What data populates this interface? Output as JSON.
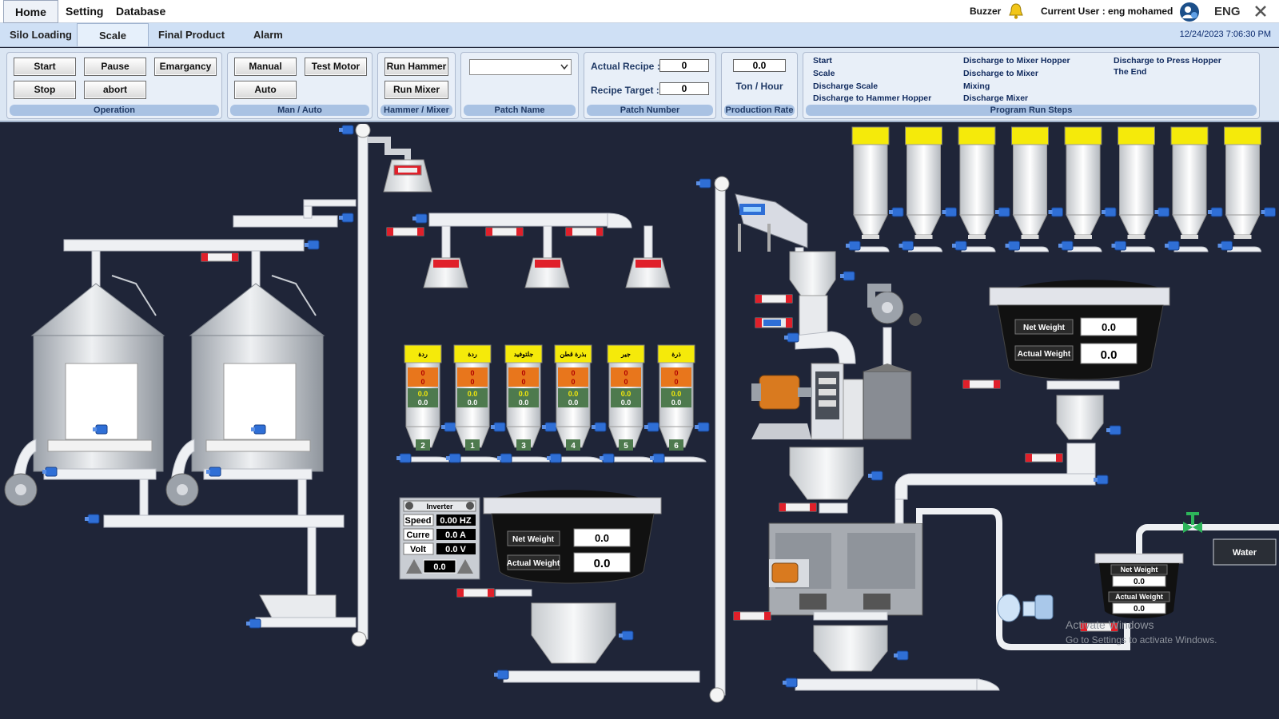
{
  "menu": {
    "home": "Home",
    "setting": "Setting",
    "database": "Database"
  },
  "header": {
    "buzzer": "Buzzer",
    "user": "Current User : eng mohamed",
    "lang": "ENG"
  },
  "tabs": {
    "silo": "Silo Loading",
    "scale": "Scale",
    "final": "Final Product",
    "alarm": "Alarm"
  },
  "datetime": "12/24/2023  7:06:30 PM",
  "operation": {
    "start": "Start",
    "pause": "Pause",
    "emergency": "Emargancy",
    "stop": "Stop",
    "abort": "abort",
    "label": "Operation"
  },
  "manauto": {
    "manual": "Manual",
    "test_motor": "Test Motor",
    "auto": "Auto",
    "label": "Man / Auto"
  },
  "hammer": {
    "run_hammer": "Run Hammer",
    "run_mixer": "Run Mixer",
    "label": "Hammer / Mixer"
  },
  "patch_name": {
    "label": "Patch Name",
    "value": ""
  },
  "patch_number": {
    "actual_recipe_label": "Actual Recipe  :",
    "actual_recipe": "0",
    "target_label": "Recipe Target  :",
    "target": "0",
    "label": "Patch Number"
  },
  "production": {
    "value": "0.0",
    "unit": "Ton / Hour",
    "label": "Production Rate"
  },
  "steps": {
    "label": "Program Run Steps",
    "col1": [
      "Start",
      "Scale",
      "Discharge Scale",
      "Discharge to Hammer Hopper"
    ],
    "col2": [
      "Discharge to Mixer Hopper",
      "Discharge to Mixer",
      "Mixing",
      "Discharge Mixer"
    ],
    "col3": [
      "Discharge to Press Hopper",
      "The End"
    ]
  },
  "bins": [
    {
      "name": "ردة",
      "num": "2",
      "v1": "0",
      "v2": "0",
      "v3": "0.0",
      "v4": "0.0"
    },
    {
      "name": "ردة",
      "num": "1",
      "v1": "0",
      "v2": "0",
      "v3": "0.0",
      "v4": "0.0"
    },
    {
      "name": "جلتوفيد",
      "num": "3",
      "v1": "0",
      "v2": "0",
      "v3": "0.0",
      "v4": "0.0"
    },
    {
      "name": "بذرة قطن",
      "num": "4",
      "v1": "0",
      "v2": "0",
      "v3": "0.0",
      "v4": "0.0"
    },
    {
      "name": "جير",
      "num": "5",
      "v1": "0",
      "v2": "0",
      "v3": "0.0",
      "v4": "0.0"
    },
    {
      "name": "ذرة",
      "num": "6",
      "v1": "0",
      "v2": "0",
      "v3": "0.0",
      "v4": "0.0"
    }
  ],
  "inverter": {
    "title": "Inverter",
    "speed_label": "Speed",
    "speed": "0.00 HZ",
    "curr_label": "Curre",
    "curr": "0.0 A",
    "volt_label": "Volt",
    "volt": "0.0 V",
    "setpoint": "0.0"
  },
  "scale_main": {
    "net_label": "Net Weight",
    "net": "0.0",
    "actual_label": "Actual Weight",
    "actual": "0.0"
  },
  "scale_right": {
    "net_label": "Net Weight",
    "net": "0.0",
    "actual_label": "Actual Weight",
    "actual": "0.0"
  },
  "scale_small": {
    "net_label": "Net Weight",
    "net": "0.0",
    "actual_label": "Actual Weight",
    "actual": "0.0"
  },
  "water": "Water",
  "watermark": {
    "line1": "Activate Windows",
    "line2": "Go to Settings to activate Windows."
  },
  "colors": {
    "background": "#1f2538",
    "bin_top": "#f5ea0a",
    "bin_orange": "#e8761c",
    "bin_green": "#4e7a4e",
    "valve_red": "#e0202a",
    "motor_blue": "#2f6fd6"
  }
}
